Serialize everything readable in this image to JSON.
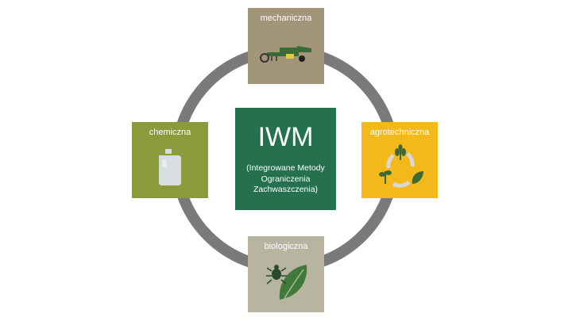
{
  "center": {
    "title": "IWM",
    "subtitle": "(Integrowane Metody Ograniczenia Zachwaszczenia)"
  },
  "methods": [
    {
      "label": "mechaniczna",
      "icon": "tractor-cultivator-icon",
      "color": "#a39579"
    },
    {
      "label": "agrotechniczna",
      "icon": "crop-rotation-icon",
      "color": "#f3b81a"
    },
    {
      "label": "chemiczna",
      "icon": "canister-icon",
      "color": "#8b9a3b"
    },
    {
      "label": "biologiczna",
      "icon": "insect-leaf-icon",
      "color": "#b7b49f"
    }
  ],
  "colors": {
    "ring": "#7a7a7a",
    "center": "#24704f"
  }
}
